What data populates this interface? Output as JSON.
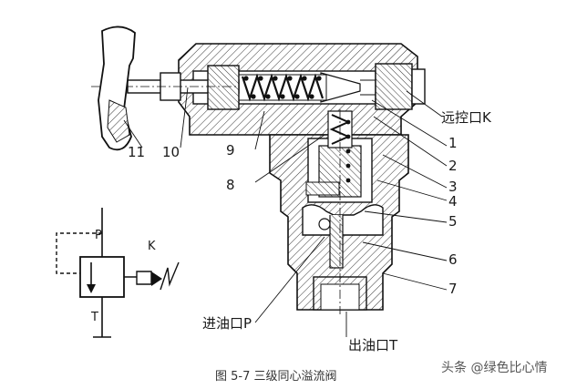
{
  "figure": {
    "caption": "图 5-7  三级同心溢流阀",
    "watermark": "头条 @绿色比心情"
  },
  "labels": {
    "remote_port": "远控口K",
    "inlet_port": "进油口P",
    "outlet_port": "出油口T",
    "part_1": "1",
    "part_2": "2",
    "part_3": "3",
    "part_4": "4",
    "part_5": "5",
    "part_6": "6",
    "part_7": "7",
    "part_8": "8",
    "part_9": "9",
    "part_10": "10",
    "part_11": "11"
  },
  "symbol": {
    "p": "P",
    "t": "T",
    "k": "K"
  }
}
